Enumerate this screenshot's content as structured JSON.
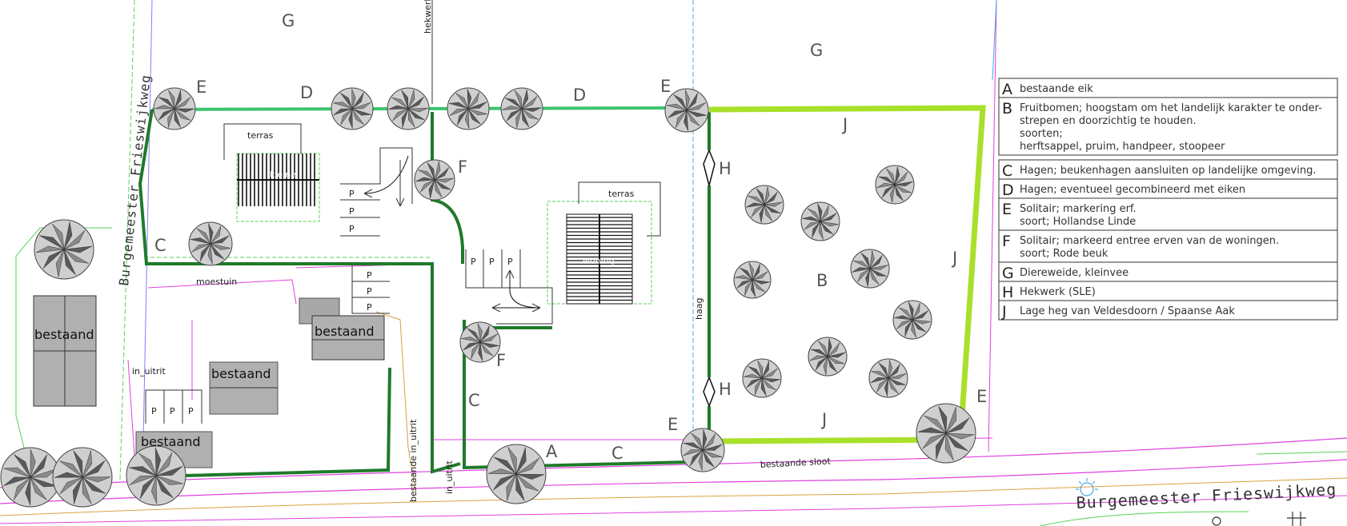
{
  "map": {
    "zones": {
      "g_left": "G",
      "g_right": "G",
      "d_left": "D",
      "d_right": "D",
      "e_tl": "E",
      "e_tm": "E",
      "e_bm": "E",
      "e_br": "E",
      "c_left": "C",
      "c_mid": "C",
      "c_bottom": "C",
      "a_bottom": "A",
      "f_top": "F",
      "f_bottom": "F",
      "h_top": "H",
      "h_bottom": "H",
      "j_top": "J",
      "j_right": "J",
      "j_bottom": "J",
      "b_orchard": "B"
    },
    "labels": {
      "terras_left": "terras",
      "terras_right": "terras",
      "kleine_woning": "kleine",
      "woning": "woning",
      "moestuin": "moestuin",
      "in_uitrit_left": "in_uitrit",
      "bestaande_in_uitrit": "bestaande in_uitrit",
      "in_uitrit_bottom": "in_uitrit",
      "haag": "haag",
      "hekwerk": "hekwerk",
      "bestaande_sloot": "bestaande sloot",
      "parking": "P"
    },
    "buildings": {
      "bestaand_1": "bestaand",
      "bestaand_2": "bestaand",
      "bestaand_3": "bestaand",
      "bestaand_4": "bestaand"
    },
    "roads": {
      "vertical": "Burgemeester Frieswijkweg",
      "horizontal": "Burgemeester Frieswijkweg"
    }
  },
  "legend": [
    {
      "key": "A",
      "lines": [
        "bestaande eik"
      ]
    },
    {
      "key": "B",
      "lines": [
        "Fruitbomen; hoogstam om het landelijk karakter te onder-",
        "strepen en doorzichtig te houden.",
        "soorten;",
        "herftsappel, pruim, handpeer, stoopeer"
      ]
    },
    {
      "key": "C",
      "lines": [
        "Hagen; beukenhagen aansluiten op landelijke omgeving."
      ]
    },
    {
      "key": "D",
      "lines": [
        "Hagen; eventueel gecombineerd met eiken"
      ]
    },
    {
      "key": "E",
      "lines": [
        "Solitair; markering erf.",
        "soort; Hollandse Linde"
      ]
    },
    {
      "key": "F",
      "lines": [
        "Solitair; markeerd entree erven van de woningen.",
        "soort; Rode beuk"
      ]
    },
    {
      "key": "G",
      "lines": [
        "Diereweide, kleinvee"
      ]
    },
    {
      "key": "H",
      "lines": [
        "Hekwerk  (SLE)"
      ]
    },
    {
      "key": "J",
      "lines": [
        "Lage heg van Veldesdoorn / Spaanse Aak"
      ]
    }
  ],
  "colors": {
    "hedge_dark": "#1f7a2a",
    "hedge_mint": "#3cc46e",
    "hedge_lime": "#a8e02a",
    "parcel_magenta": "#e040e0",
    "guide_blue": "#4aa8e0",
    "guide_green": "#5ad05a",
    "road_orange": "#d8a040",
    "building_gray": "#b0b0b0"
  }
}
